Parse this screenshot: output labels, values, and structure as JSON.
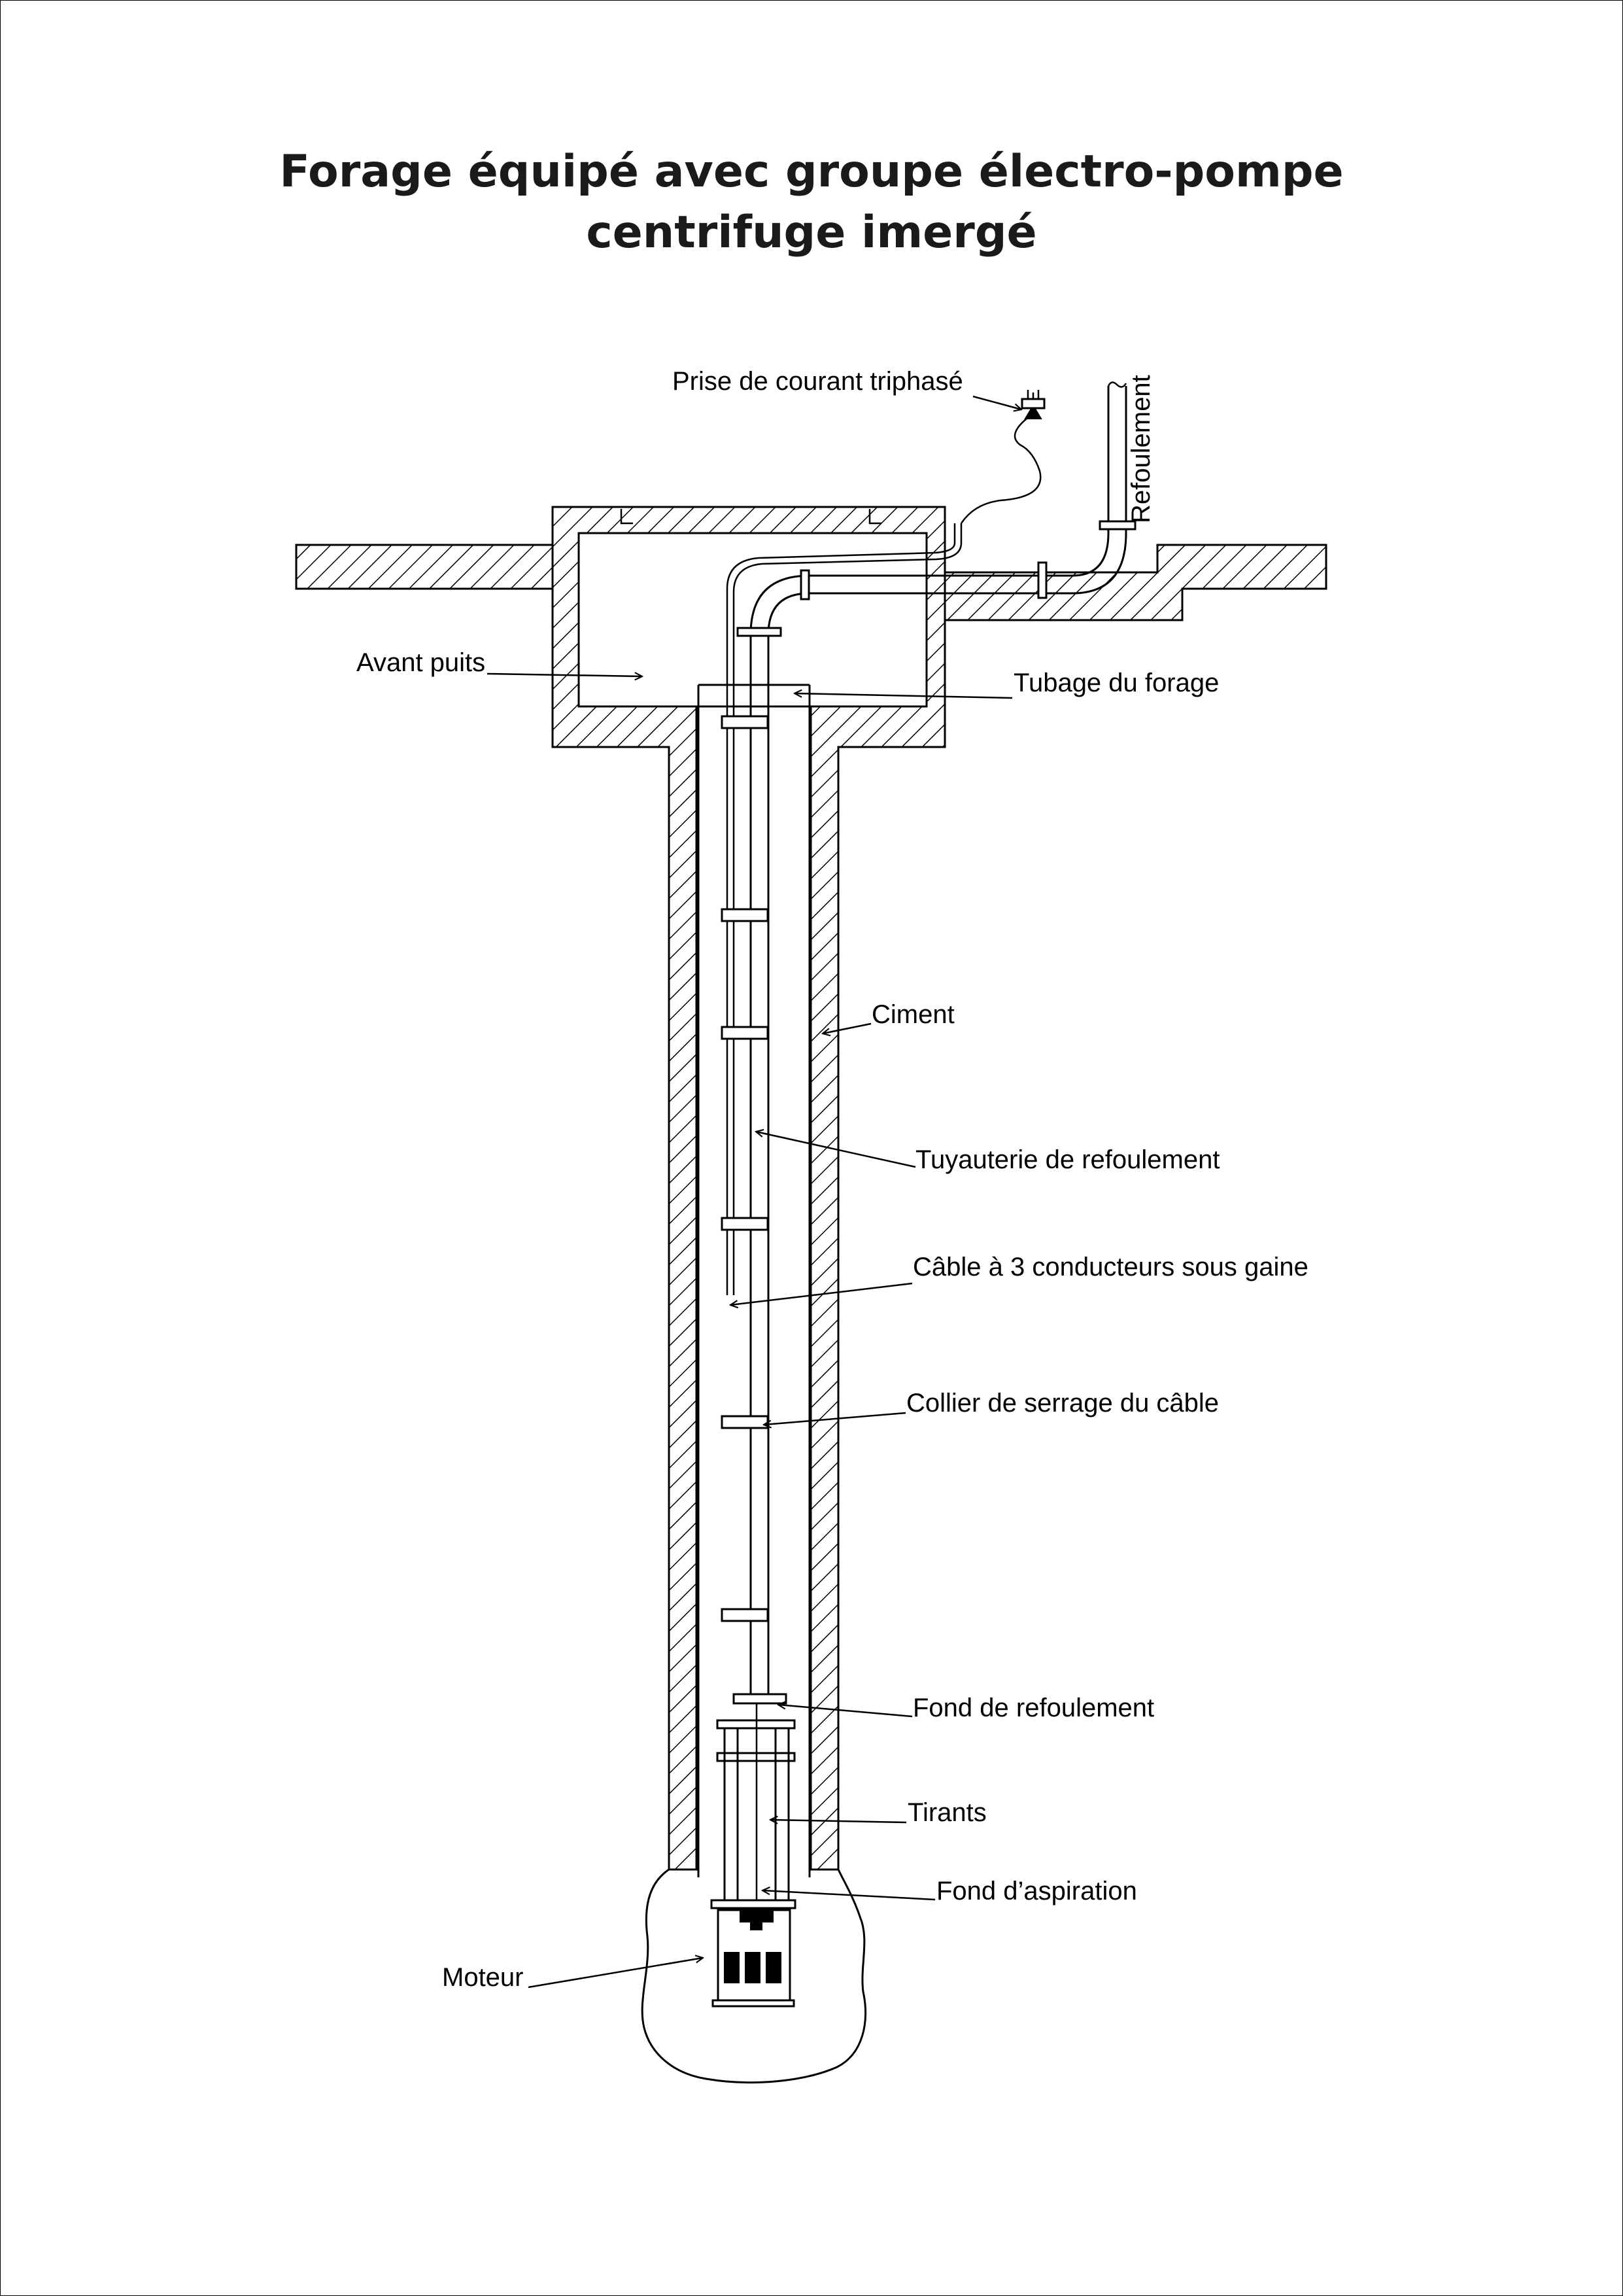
{
  "title": {
    "line1": "Forage équipé avec groupe électro-pompe",
    "line2": "centrifuge imergé"
  },
  "labels": {
    "prise": "Prise de courant triphasé",
    "refoulement": "Refoulement",
    "avant_puits": "Avant puits",
    "tubage": "Tubage du forage",
    "ciment": "Ciment",
    "tuyauterie": "Tuyauterie de refoulement",
    "cable": "Câble à 3 conducteurs sous gaine",
    "collier": "Collier de serrage du câble",
    "fond_refoulement": "Fond de refoulement",
    "tirants": "Tirants",
    "fond_aspiration": "Fond d’aspiration",
    "moteur": "Moteur"
  },
  "colors": {
    "line": "#000000",
    "background": "#ffffff",
    "title": "#1a1a1a"
  }
}
